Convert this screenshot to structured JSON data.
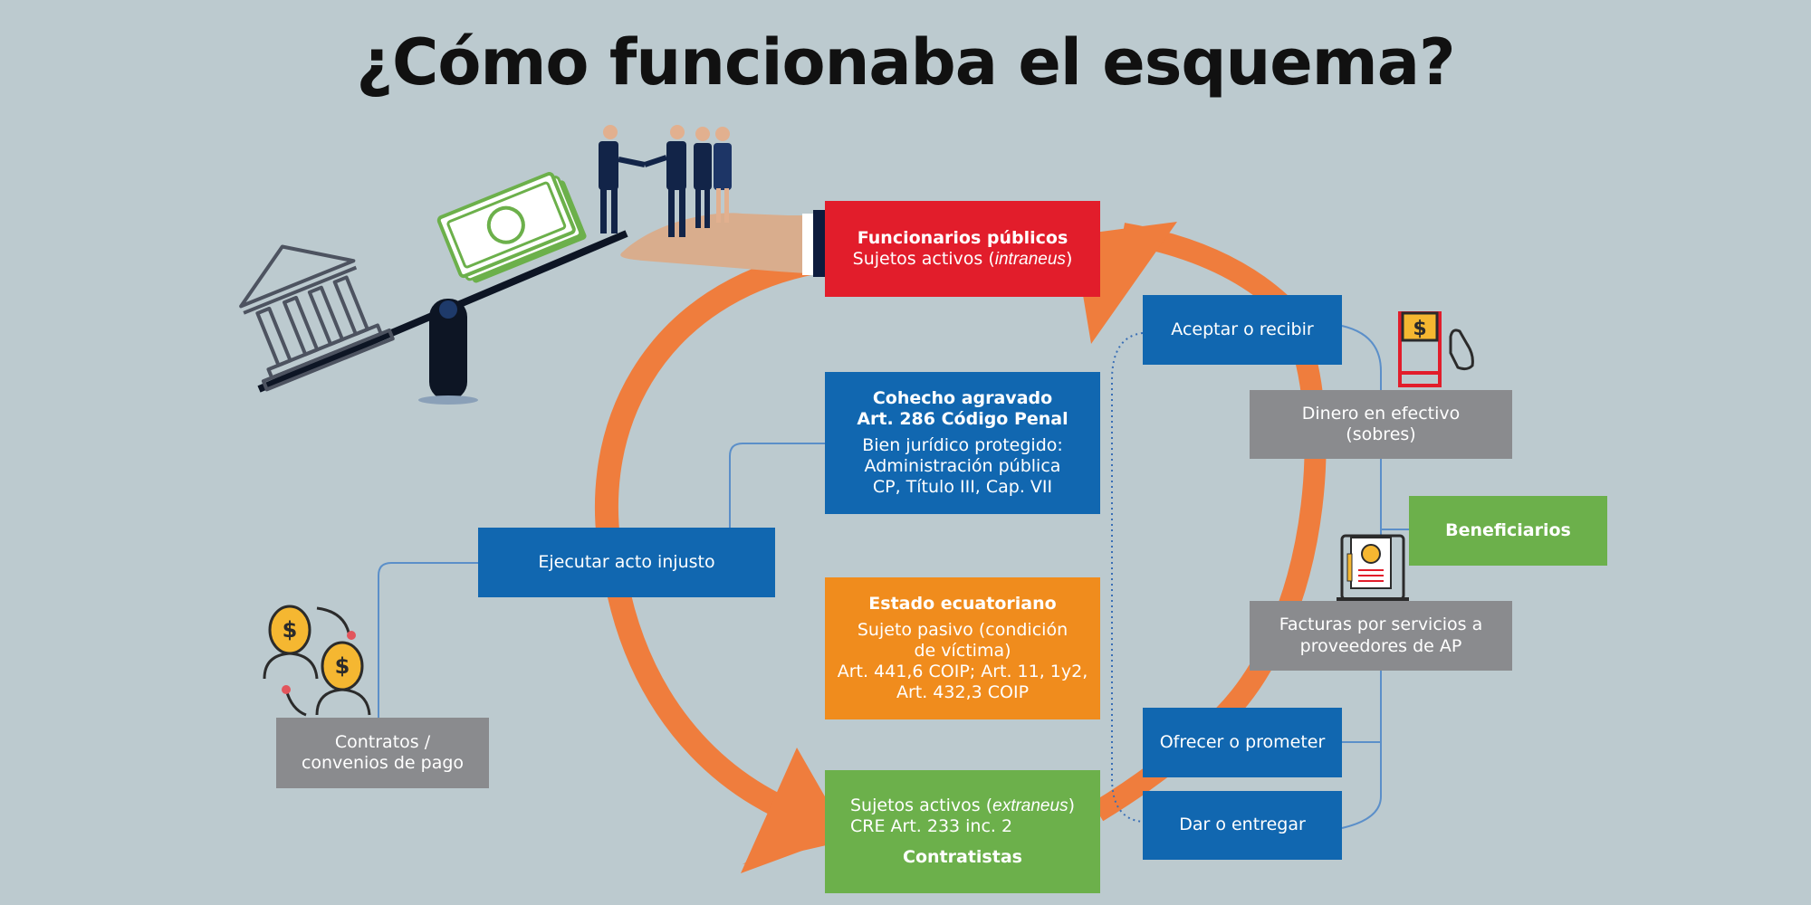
{
  "title": "¿Cómo funcionaba el esquema?",
  "colors": {
    "background": "#bccacf",
    "cycle_arrow": "#ef7d3d",
    "red_box": "#e21d2b",
    "blue_box": "#1167b0",
    "orange_box": "#f08c1d",
    "green_box": "#6cb04b",
    "gray_box": "#8a8b8e",
    "connector": "#5b8fc9"
  },
  "icons": [
    "government-building-icon",
    "money-bills-icon",
    "seesaw-icon",
    "handshake-people-icon",
    "giving-hand-icon",
    "cash-envelope-icon",
    "receiving-hand-icon",
    "invoice-laptop-icon",
    "money-people-icon"
  ],
  "boxes": {
    "funcionarios": {
      "title": "Funcionarios públicos",
      "line_pre": "Sujetos activos (",
      "italic": "intraneus",
      "line_post": ")"
    },
    "cohecho": {
      "title1": "Cohecho agravado",
      "title2": "Art. 286 Código Penal",
      "line1": "Bien jurídico protegido:",
      "line2": "Administración pública",
      "line3": "CP, Título III, Cap. VII"
    },
    "estado": {
      "title": "Estado ecuatoriano",
      "line1": "Sujeto pasivo (condición",
      "line2": "de víctima)",
      "line3": "Art. 441,6 COIP; Art. 11, 1y2,",
      "line4": "Art. 432,3 COIP"
    },
    "contratistas": {
      "line_pre": "Sujetos activos (",
      "italic": "extraneus",
      "line_post": ")",
      "line2": "CRE Art. 233 inc. 2",
      "title": "Contratistas"
    },
    "ejecutar": {
      "label": "Ejecutar acto injusto"
    },
    "contratos": {
      "line1": "Contratos /",
      "line2": "convenios de pago"
    },
    "aceptar": {
      "label": "Aceptar o recibir"
    },
    "dinero": {
      "line1": "Dinero en efectivo",
      "line2": "(sobres)"
    },
    "beneficiarios": {
      "label": "Beneficiarios"
    },
    "facturas": {
      "line1": "Facturas por servicios a",
      "line2": "proveedores de AP"
    },
    "ofrecer": {
      "label": "Ofrecer o prometer"
    },
    "dar": {
      "label": "Dar o entregar"
    }
  }
}
